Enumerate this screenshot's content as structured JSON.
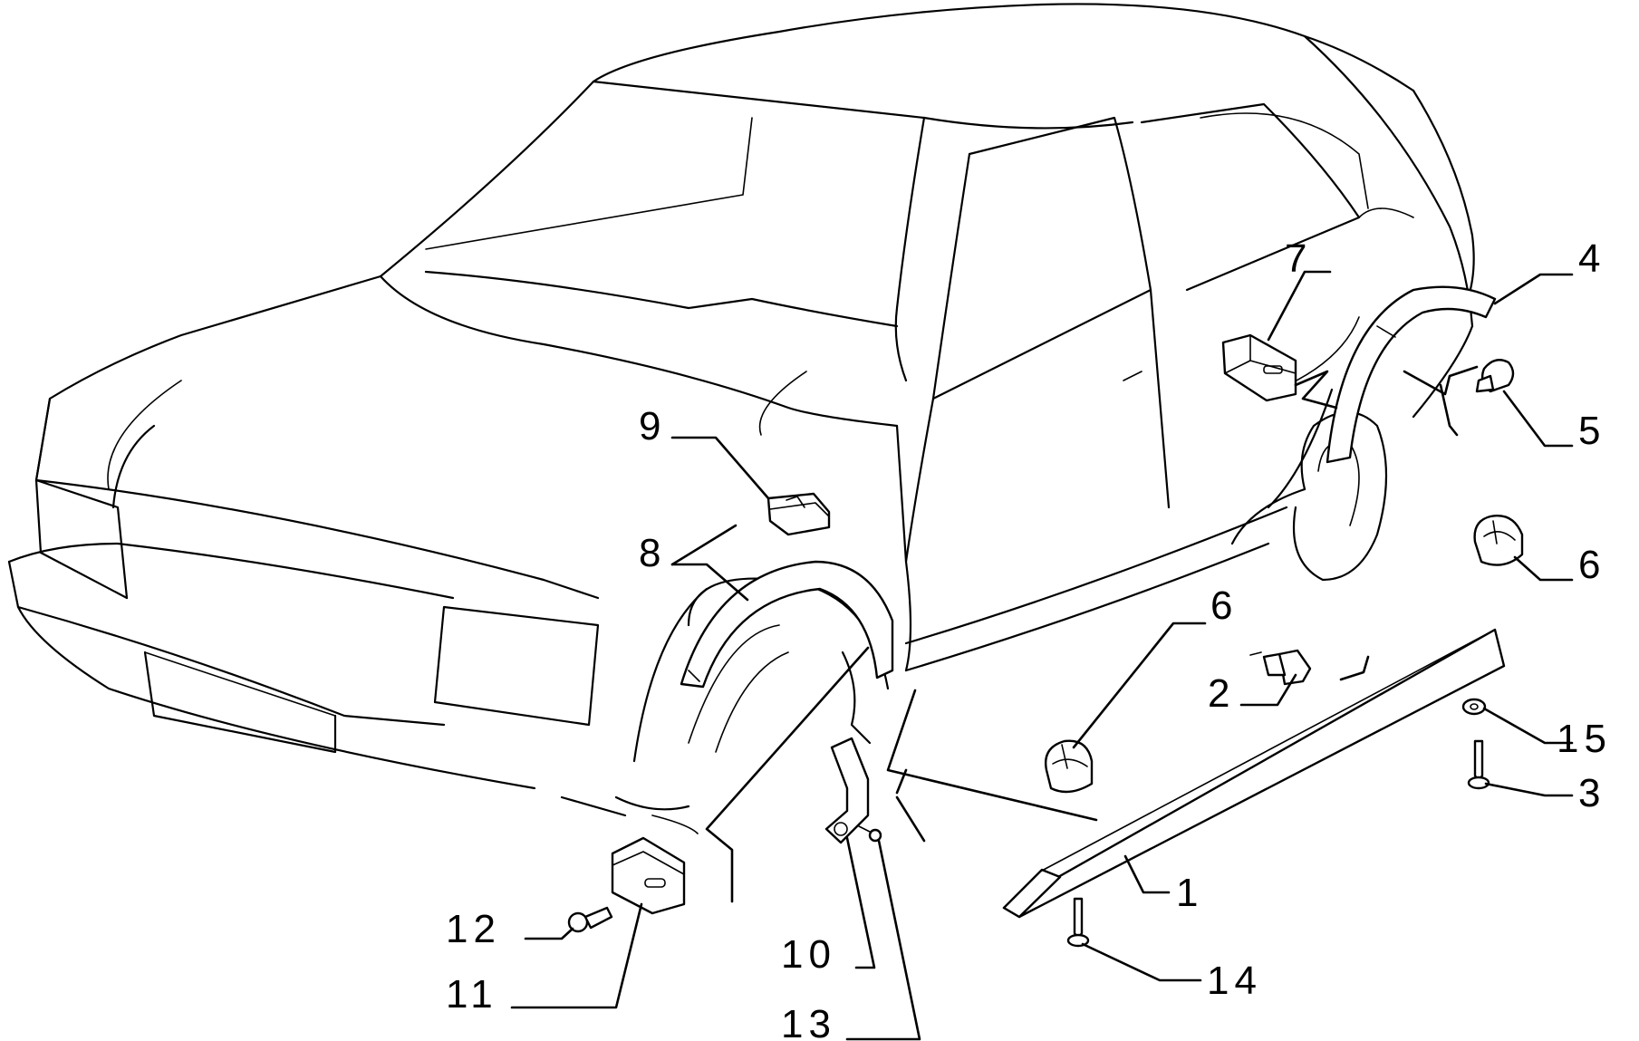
{
  "callouts": {
    "c1": "1",
    "c2": "2",
    "c3": "3",
    "c4": "4",
    "c5": "5",
    "c6a": "6",
    "c6b": "6",
    "c7": "7",
    "c8": "8",
    "c9": "9",
    "c10": "10",
    "c11": "11",
    "c12": "12",
    "c13": "13",
    "c14": "14",
    "c15": "15"
  }
}
